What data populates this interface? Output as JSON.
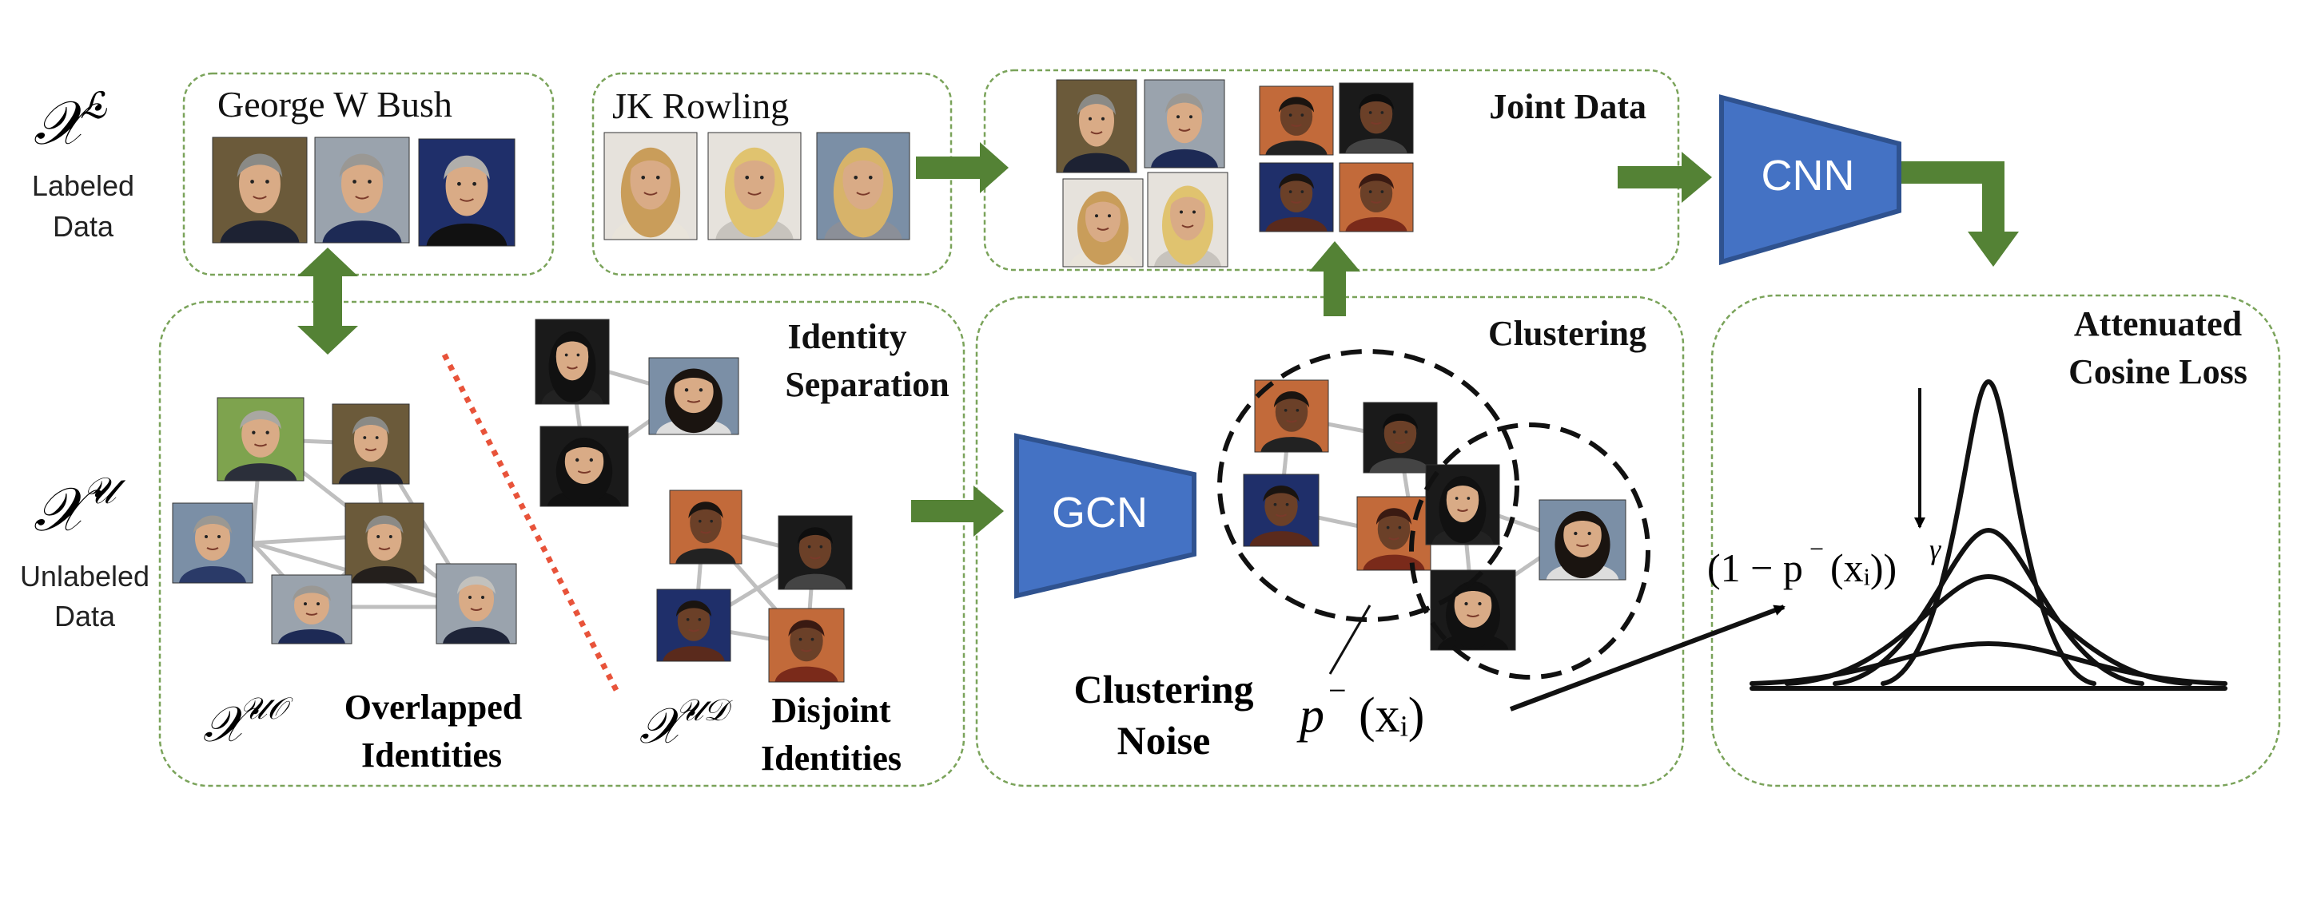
{
  "labels": {
    "x_l": "𝒳",
    "x_l_sup": "ℒ",
    "labeled_data_1": "Labeled",
    "labeled_data_2": "Data",
    "x_u": "𝒳",
    "x_u_sup": "𝒰",
    "unlabeled_data_1": "Unlabeled",
    "unlabeled_data_2": "Data"
  },
  "boxes": {
    "bush_title": "George W Bush",
    "rowling_title": "JK Rowling",
    "joint_data": "Joint Data",
    "identity_separation_1": "Identity",
    "identity_separation_2": "Separation",
    "clustering": "Clustering",
    "attenuated_1": "Attenuated",
    "attenuated_2": "Cosine Loss",
    "overlapped_sym": "𝒳",
    "overlapped_sup": "𝒰𝒪",
    "overlapped_1": "Overlapped",
    "overlapped_2": "Identities",
    "disjoint_sym": "𝒳",
    "disjoint_sup": "𝒰𝒟",
    "disjoint_1": "Disjoint",
    "disjoint_2": "Identities",
    "clustering_noise_1": "Clustering",
    "clustering_noise_2": "Noise"
  },
  "networks": {
    "cnn": "CNN",
    "gcn": "GCN"
  },
  "math": {
    "p_minus": "p",
    "p_minus_sup": "−",
    "p_minus_arg": "(xᵢ)",
    "attenuation": "(1 − p",
    "attenuation_sup": "−",
    "attenuation_arg": "(xᵢ))",
    "gamma": "γ"
  },
  "colors": {
    "box_border": "#7aa35a",
    "arrow_green": "#548235",
    "network_fill": "#4472c4",
    "network_stroke": "#2f528f",
    "separator_red": "#e8533a",
    "graph_edge": "#bfbfbf"
  }
}
